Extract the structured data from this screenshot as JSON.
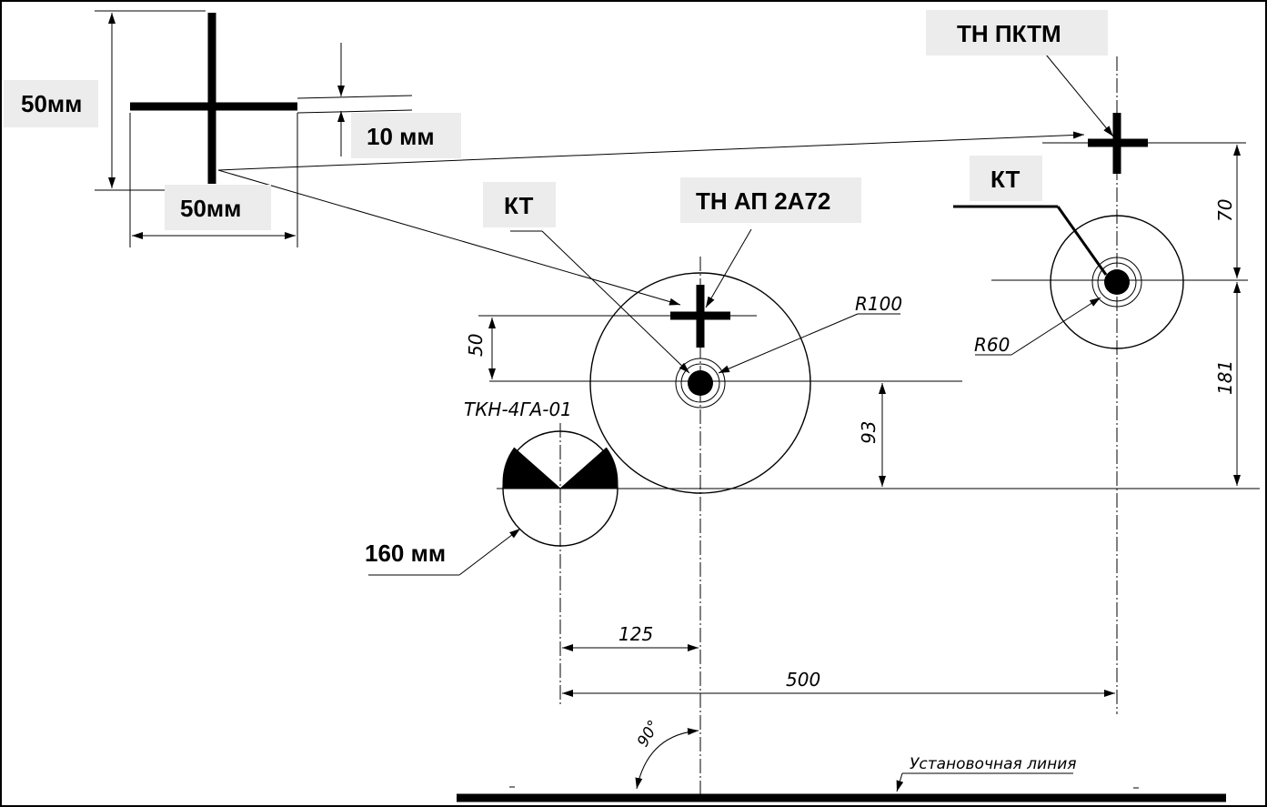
{
  "labels": {
    "cross_height": "50мм",
    "cross_width": "50мм",
    "cross_thickness": "10 мм",
    "kt_left": "КТ",
    "tn_ap": "ТН АП 2А72",
    "tn_pktm": "ТН ПКТМ",
    "kt_right": "КТ",
    "size_160": "160 мм"
  },
  "dimensions": {
    "r100": "R100",
    "r60": "R60",
    "d50": "50",
    "d93": "93",
    "d70": "70",
    "d181": "181",
    "d125": "125",
    "d500": "500",
    "angle90": "90°",
    "tkn": "ТКН-4ГА-01",
    "installation_line": "Установочная линия"
  }
}
